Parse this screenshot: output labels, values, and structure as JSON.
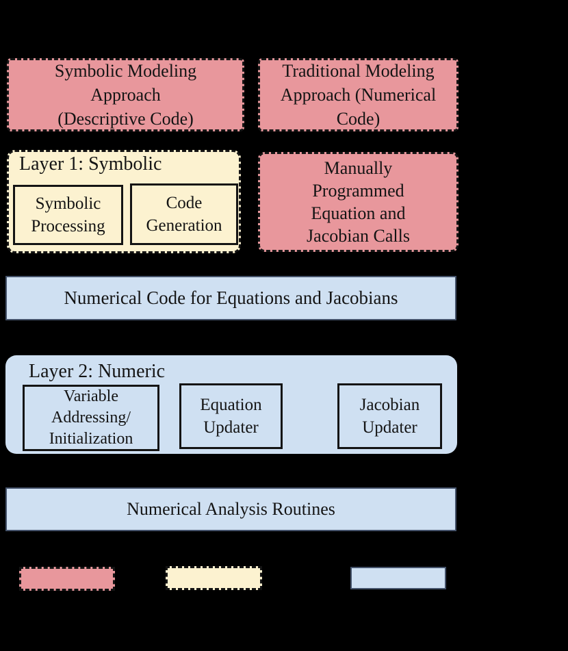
{
  "figure": {
    "background": "#000000",
    "palette": {
      "pink": "#E8979C",
      "yellow": "#FCF2D0",
      "blue": "#CFE0F2",
      "border_black": "#141414",
      "border_blue_gray": "#44526A"
    },
    "top_row": {
      "symbolic_approach": "Symbolic Modeling\nApproach\n(Descriptive Code)",
      "traditional_approach": "Traditional Modeling\nApproach (Numerical\nCode)"
    },
    "layer1": {
      "title": "Layer 1: Symbolic",
      "symbolic_processing": "Symbolic\nProcessing",
      "code_generation": "Code\nGeneration"
    },
    "manual_calls": "Manually\nProgrammed\nEquation and\nJacobian Calls",
    "numerical_code_bar": "Numerical Code for Equations and Jacobians",
    "layer2": {
      "title": "Layer 2: Numeric",
      "variable_addressing": "Variable\nAddressing/\nInitialization",
      "equation_updater": "Equation\nUpdater",
      "jacobian_updater": "Jacobian\nUpdater"
    },
    "numerical_analysis_bar": "Numerical Analysis Routines",
    "legend": {
      "swatches": [
        {
          "name": "symbolic-descriptive-style",
          "color": "#E8979C",
          "border_style": "dashed"
        },
        {
          "name": "layer1-symbolic-style",
          "color": "#FCF2D0",
          "border_style": "dashed"
        },
        {
          "name": "numeric-style",
          "color": "#CFE0F2",
          "border_style": "solid"
        }
      ]
    }
  }
}
